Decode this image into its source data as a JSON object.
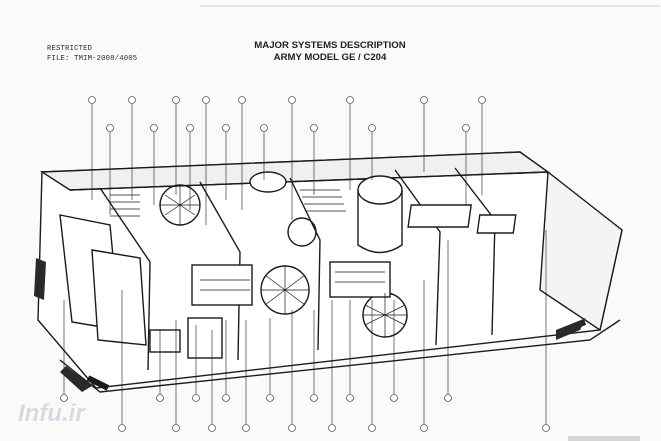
{
  "header": {
    "classification": "RESTRICTED",
    "file_ref": "FILE: TMIM-2008/4005",
    "title_line1": "MAJOR SYSTEMS DESCRIPTION",
    "title_line2": "ARMY MODEL GE / C204"
  },
  "watermark": "Infu.ir",
  "colors": {
    "ink": "#1b1b1b",
    "paper": "#fafaf9",
    "fill_light": "#ffffff",
    "fill_grey": "#d9d9d9",
    "fill_dark": "#8c8c8c"
  }
}
